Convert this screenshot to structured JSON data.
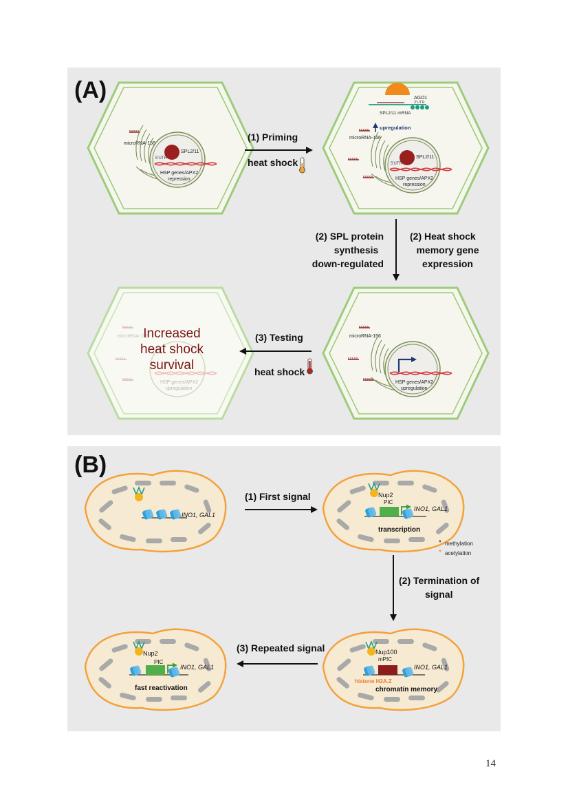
{
  "panel_a": {
    "label": "(A)",
    "cell_labels": {
      "microrna": "microRNA-156",
      "spl": "SPL2/11",
      "utr": "5'UTR",
      "hsp_genes": "HSP genes/APX2",
      "repression": "repression",
      "upregulation_small": "upregulation",
      "ago1": "AGO1",
      "utr3": "3'UTR",
      "spl_mrna": "SPL2/11 mRNA",
      "upregulation_arrow": "upregulation"
    },
    "step1": {
      "line1": "(1) Priming",
      "line2": "heat shock"
    },
    "step2_left": [
      "(2) SPL protein",
      "synthesis",
      "down-regulated"
    ],
    "step2_right": [
      "(2) Heat shock",
      "memory gene",
      "expression"
    ],
    "step3": {
      "line1": "(3) Testing",
      "line2": "heat shock"
    },
    "result": [
      "Increased",
      "heat shock",
      "survival"
    ]
  },
  "panel_b": {
    "label": "(B)",
    "genes": "INO1, GAL1",
    "nup2": "Nup2",
    "nup100": "Nup100",
    "pic": "PIC",
    "mpic": "mPIC",
    "histone": "histone H2A.Z",
    "transcription": "transcription",
    "chromatin_memory": "chromatin memory",
    "fast_reactivation": "fast reactivation",
    "legend_methylation": "methylation",
    "legend_acetylation": "acetylation",
    "step1": "(1) First signal",
    "step2": [
      "(2) Termination of",
      "signal"
    ],
    "step3": "(3) Repeated signal"
  },
  "page_number": "14",
  "colors": {
    "cell_wall": "#9ccc7a",
    "cell_fill": "#f6f6ef",
    "nucleus_fill": "#efeeea",
    "spl_protein": "#9a1f1f",
    "dna": "#d23a3a",
    "chloroplast": "#7a8f55",
    "result_text": "#7a1414",
    "arrow_blue": "#1f3b70",
    "ago1": "#f08a1c",
    "mrna": "#1b9a80",
    "nucleus_b": "#f3a13c",
    "nucleus_b_fill": "#f7ead2",
    "nup_yellow": "#f2b51d",
    "nup_teal": "#1f9a8b",
    "nucleosome": "#2e9fd9",
    "pic_green": "#4fb04a",
    "mpic_red": "#8e1c1c",
    "histone_orange": "#ef7b2e"
  }
}
